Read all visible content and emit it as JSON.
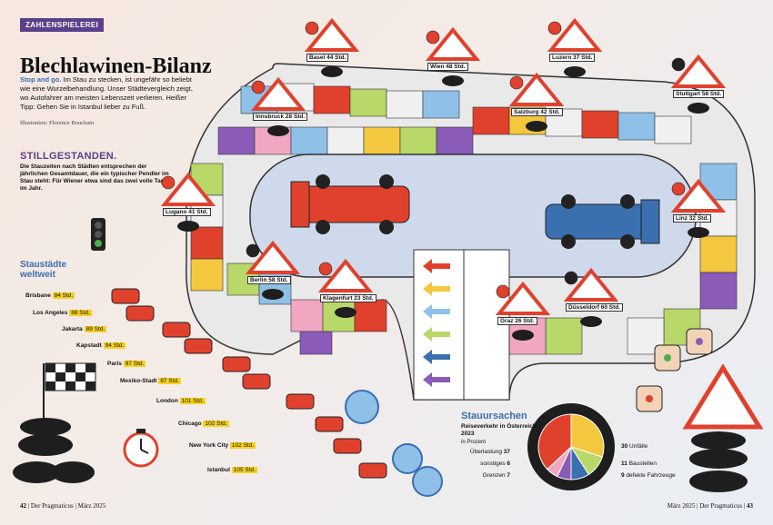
{
  "header": {
    "kicker": "ZAHLENSPIELEREI",
    "title": "Blechlawinen-Bilanz",
    "lead_strong": "Stop and go.",
    "lead_text": "Im Stau zu stecken, ist ungefähr so beliebt wie eine Wurzelbehandlung. Unser Städtevergleich zeigt, wo Autofahrer am meisten Lebenszeit verlieren. Heißer Tipp: Gehen Sie in Istanbul lieber zu Fuß.",
    "credit": "Illustration: Florence Bouchain"
  },
  "section": {
    "title": "STILLGESTANDEN.",
    "text": "Die Stauzeiten nach Städten entsprechen der jährlichen Gesamtdauer, die ein typischer Pendler im Stau steht: Für Wiener etwa sind das zwei volle Tage im Jahr."
  },
  "world": {
    "title_line1": "Staustädte",
    "title_line2": "weltweit",
    "cities": [
      {
        "name": "Brisbane",
        "value": "84 Std."
      },
      {
        "name": "Los Angeles",
        "value": "88 Std."
      },
      {
        "name": "Jakarta",
        "value": "89 Std."
      },
      {
        "name": "Kapstadt",
        "value": "94 Std."
      },
      {
        "name": "Paris",
        "value": "97 Std."
      },
      {
        "name": "Mexiko-Stadt",
        "value": "97 Std."
      },
      {
        "name": "London",
        "value": "101 Std."
      },
      {
        "name": "Chicago",
        "value": "102 Std."
      },
      {
        "name": "New York City",
        "value": "102 Std."
      },
      {
        "name": "Istanbul",
        "value": "105 Std."
      }
    ]
  },
  "board_signs": [
    {
      "label": "Basel 44 Std.",
      "flag": "ch"
    },
    {
      "label": "Wien 48 Std.",
      "flag": "at"
    },
    {
      "label": "Luzern 37 Std.",
      "flag": "ch"
    },
    {
      "label": "Innsbruck 28 Std.",
      "flag": "at"
    },
    {
      "label": "Salzburg 42 Std.",
      "flag": "at"
    },
    {
      "label": "Stuttgart 58 Std.",
      "flag": "de"
    },
    {
      "label": "Lugano 41 Std.",
      "flag": "ch"
    },
    {
      "label": "Linz 32 Std.",
      "flag": "at"
    },
    {
      "label": "Berlin 58 Std.",
      "flag": "de"
    },
    {
      "label": "Klagenfurt 23 Std.",
      "flag": "at"
    },
    {
      "label": "Graz 26 Std.",
      "flag": "at"
    },
    {
      "label": "Düsseldorf 60 Std.",
      "flag": "de"
    }
  ],
  "stauursachen": {
    "title": "Stauursachen",
    "subtitle": "Reiseverkehr in Österreich 2023",
    "unit": "in Prozent",
    "segments": [
      {
        "name": "Unfälle",
        "value": 30,
        "color": "#f3c83e"
      },
      {
        "name": "Baustellen",
        "value": 11,
        "color": "#b8d86a"
      },
      {
        "name": "defekte Fahrzeuge",
        "value": 9,
        "color": "#3a6fb0"
      },
      {
        "name": "Grenzen",
        "value": 7,
        "color": "#8a5bb8"
      },
      {
        "name": "sonstiges",
        "value": 6,
        "color": "#f1a7c2"
      },
      {
        "name": "Überlastung",
        "value": 37,
        "color": "#e0412d"
      }
    ]
  },
  "footer": {
    "left_page": "42",
    "left_mag": "Der Pragmaticus",
    "left_date": "März 2025",
    "right_date": "März 2025",
    "right_mag": "Der Pragmaticus",
    "right_page": "43"
  },
  "colors": {
    "purple": "#5b3f88",
    "blue": "#3a6fb0",
    "red": "#e0412d",
    "highlight": "#f6d21d"
  }
}
